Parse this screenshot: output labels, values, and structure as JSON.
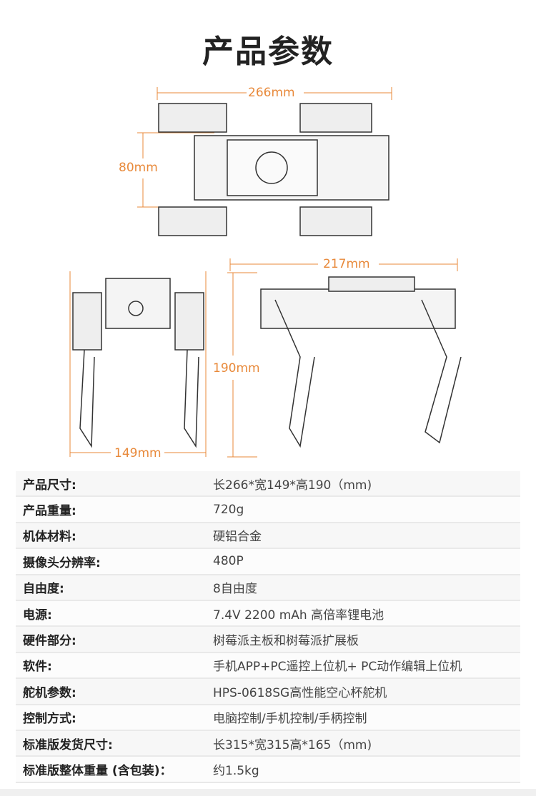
{
  "title": "产品参数",
  "dimensions": {
    "length": "266mm",
    "top_width": "80mm",
    "side_length": "217mm",
    "height": "190mm",
    "front_width": "149mm"
  },
  "colors": {
    "accent": "#e8893a",
    "text": "#222222"
  },
  "specs": [
    {
      "label": "产品尺寸:",
      "value": "长266*宽149*高190（mm)"
    },
    {
      "label": "产品重量:",
      "value": "720g"
    },
    {
      "label": "机体材料:",
      "value": "硬铝合金"
    },
    {
      "label": "摄像头分辨率:",
      "value": "480P"
    },
    {
      "label": "自由度:",
      "value": "8自由度"
    },
    {
      "label": "电源:",
      "value": "7.4V 2200 mAh 高倍率锂电池"
    },
    {
      "label": "硬件部分:",
      "value": "树莓派主板和树莓派扩展板"
    },
    {
      "label": "软件:",
      "value": "手机APP+PC遥控上位机+ PC动作编辑上位机"
    },
    {
      "label": "舵机参数:",
      "value": "HPS-0618SG高性能空心杯舵机"
    },
    {
      "label": "控制方式:",
      "value": "电脑控制/手机控制/手柄控制"
    },
    {
      "label": "标准版发货尺寸:",
      "value": "长315*宽315高*165（mm)"
    },
    {
      "label": "标准版整体重量 (含包装)：",
      "value": "约1.5kg"
    }
  ]
}
